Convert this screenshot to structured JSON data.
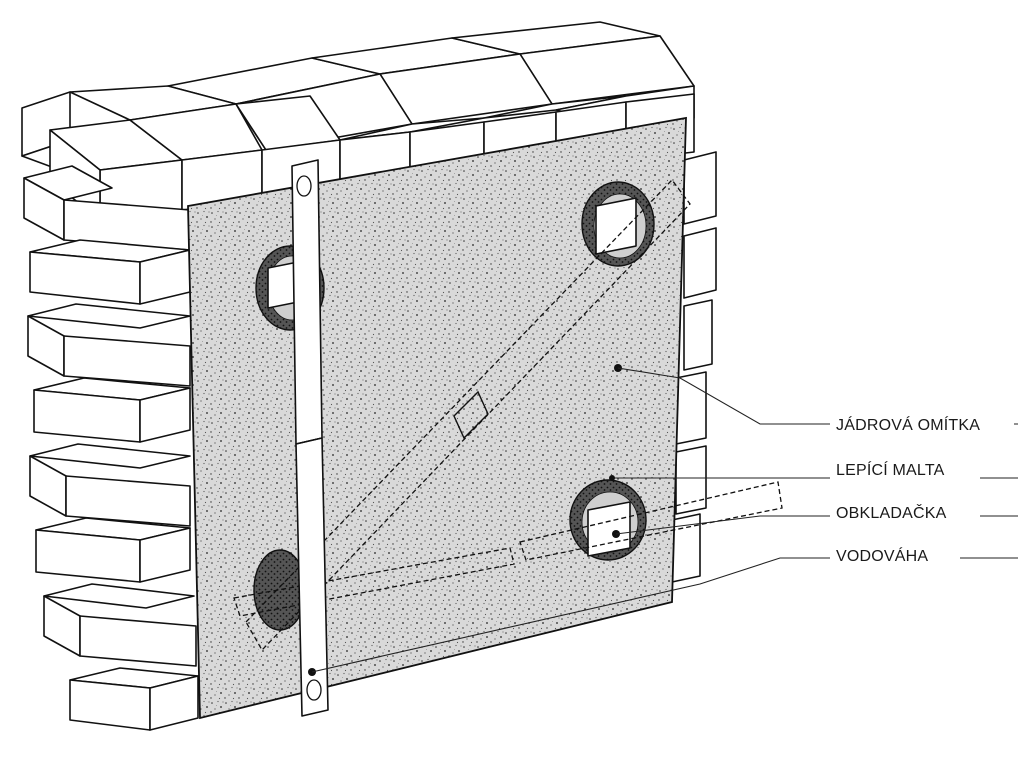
{
  "labels": {
    "core_plaster": "JÁDROVÁ OMÍTKA",
    "adhesive": "LEPÍCÍ MALTA",
    "tile": "OBKLADAČKA",
    "level": "VODOVÁHA"
  }
}
